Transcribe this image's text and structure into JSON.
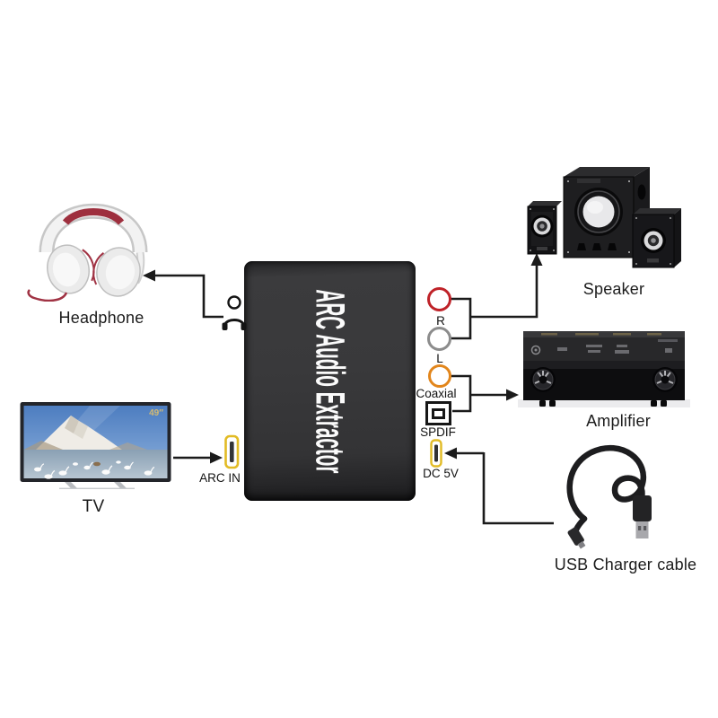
{
  "extractor": {
    "title": "ARC Audio Extractor"
  },
  "devices": {
    "headphone": {
      "label": "Headphone"
    },
    "tv": {
      "label": "TV",
      "badge": "49″"
    },
    "speaker": {
      "label": "Speaker"
    },
    "amplifier": {
      "label": "Amplifier"
    },
    "usb_cable": {
      "label": "USB Charger cable"
    }
  },
  "ports": {
    "headphone_out": {
      "icon": "headphone-jack-icon"
    },
    "arc_in": {
      "label": "ARC IN",
      "icon": "hdmi-port-icon",
      "color": "#e2bb24"
    },
    "rca_r": {
      "label": "R",
      "color": "#bf2228"
    },
    "rca_l": {
      "label": "L",
      "color": "#8c8c8c"
    },
    "coaxial": {
      "label": "Coaxial",
      "color": "#e2861c"
    },
    "spdif": {
      "label": "SPDIF",
      "icon": "optical-toslink-icon",
      "color": "#161616"
    },
    "dc_5v": {
      "label": "DC 5V",
      "icon": "power-port-icon",
      "color": "#e2bb24"
    }
  },
  "connections": [
    {
      "from": "headphone_out",
      "to": "headphone"
    },
    {
      "from": "tv",
      "to": "arc_in"
    },
    {
      "from": "rca_r_l",
      "to": "speaker"
    },
    {
      "from": "coaxial_spdif",
      "to": "amplifier"
    },
    {
      "from": "usb_cable",
      "to": "dc_5v"
    }
  ],
  "colors": {
    "line": "#1b1b1b",
    "label": "#1c1c1c",
    "box": "#353537"
  }
}
